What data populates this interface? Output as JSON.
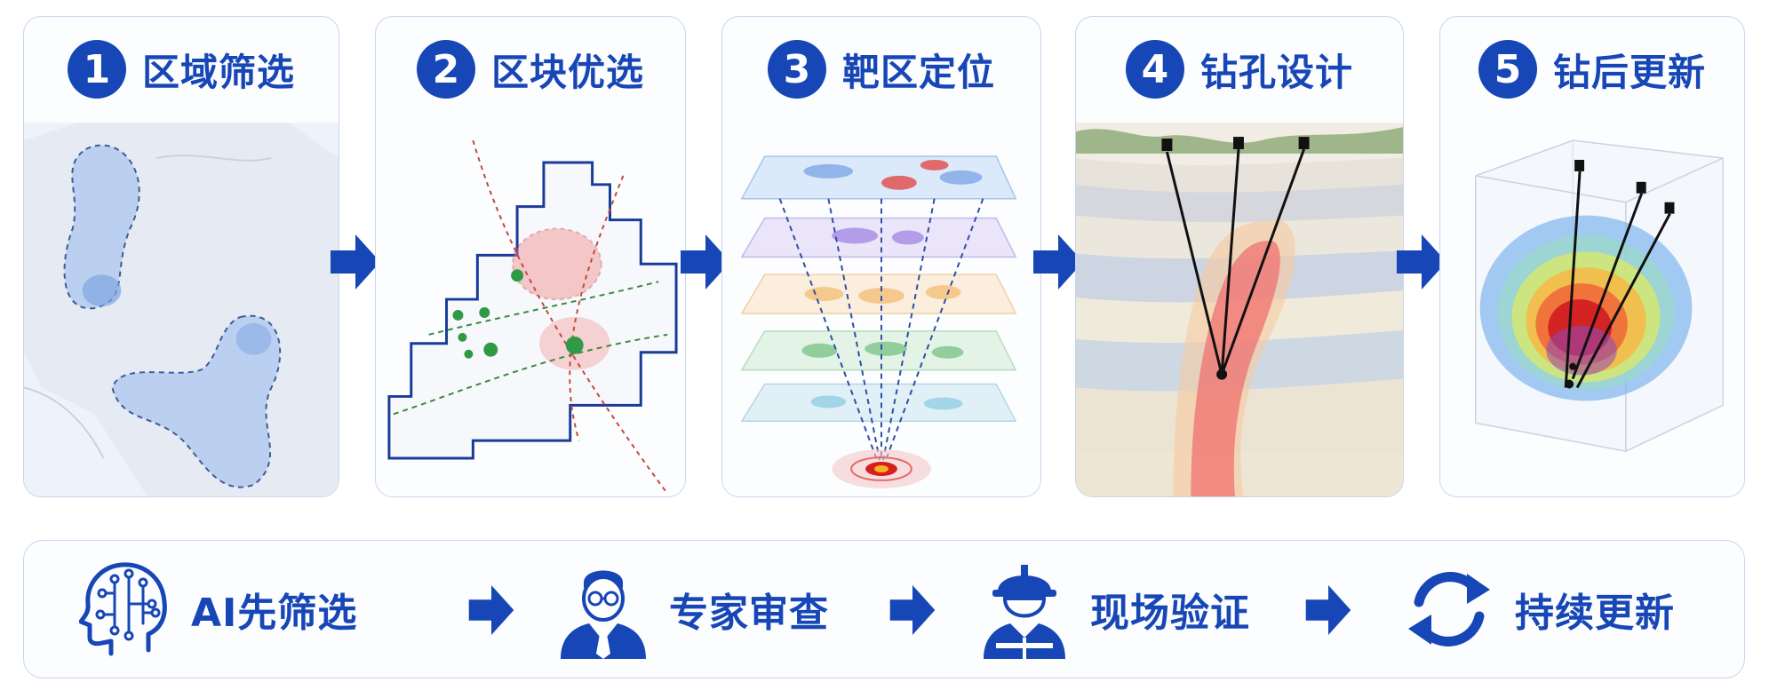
{
  "stages": [
    {
      "num": "1",
      "title": "区域筛选"
    },
    {
      "num": "2",
      "title": "区块优选"
    },
    {
      "num": "3",
      "title": "靶区定位"
    },
    {
      "num": "4",
      "title": "钻孔设计"
    },
    {
      "num": "5",
      "title": "钻后更新"
    }
  ],
  "workflow": [
    {
      "label": "AI先筛选",
      "icon": "ai-head-icon"
    },
    {
      "label": "专家审查",
      "icon": "expert-icon"
    },
    {
      "label": "现场验证",
      "icon": "field-worker-icon"
    },
    {
      "label": "持续更新",
      "icon": "refresh-cycle-icon"
    }
  ],
  "colors": {
    "accent": "#1746b6",
    "card_border": "#c9d6ea"
  }
}
